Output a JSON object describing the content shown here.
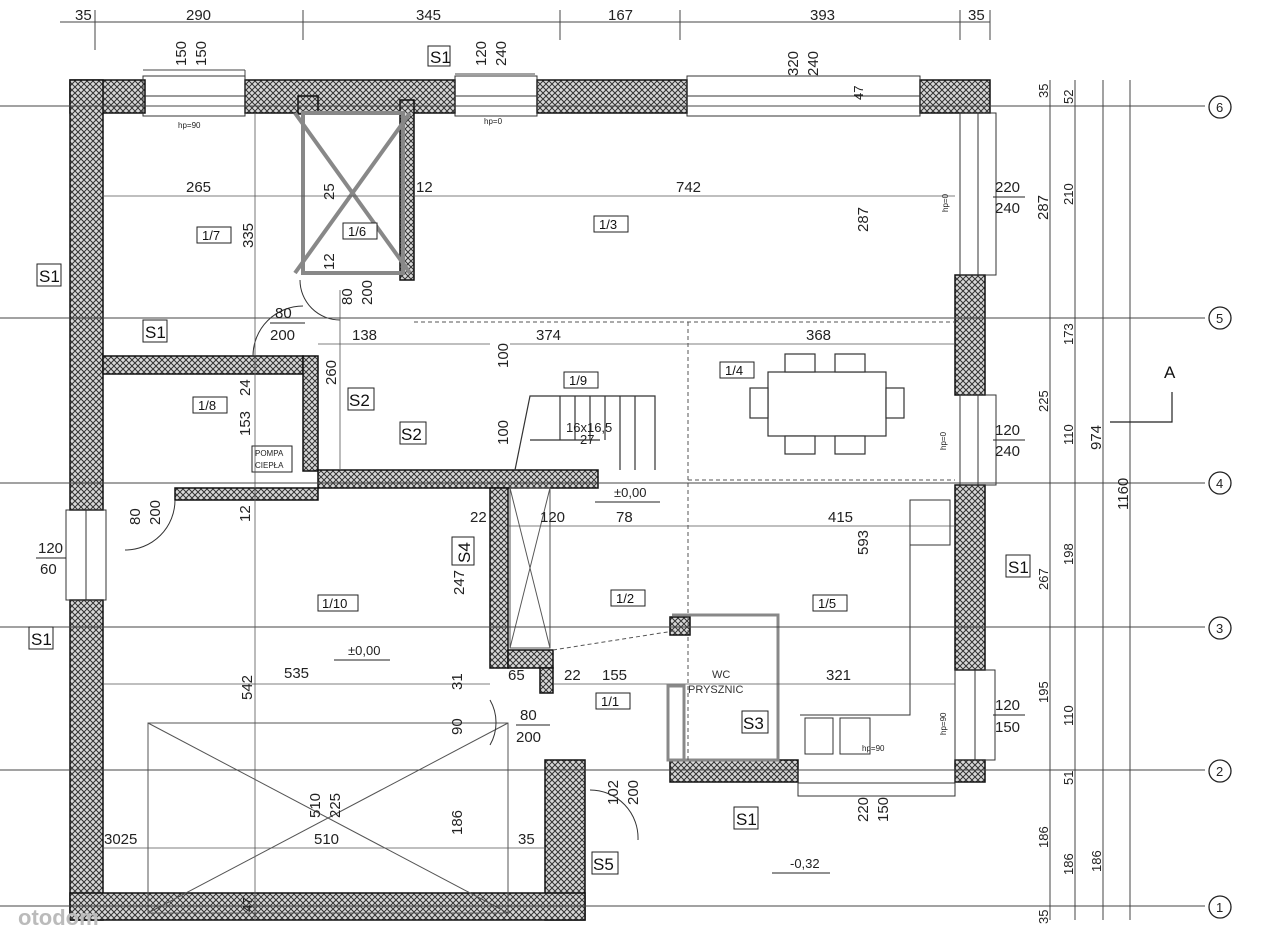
{
  "top_dims": [
    "35",
    "290",
    "345",
    "167",
    "393",
    "35"
  ],
  "window_dims": [
    {
      "a": "150",
      "b": "150"
    },
    {
      "a": "120",
      "b": "240"
    },
    {
      "a": "320",
      "b": "240"
    }
  ],
  "right_dims_inner": [
    "35",
    "52",
    "287",
    "173",
    "225",
    "198",
    "267",
    "195",
    "51",
    "186",
    "35"
  ],
  "right_dims_mid": [
    "210",
    "110",
    "110",
    "186"
  ],
  "right_dims_total": [
    "974",
    "1160"
  ],
  "axes": [
    "6",
    "5",
    "4",
    "3",
    "2",
    "1"
  ],
  "section_marker": "A",
  "rooms": [
    "1/7",
    "1/6",
    "1/3",
    "1/9",
    "1/4",
    "1/8",
    "1/10",
    "1/2",
    "1/5",
    "1/1"
  ],
  "wall_tags": [
    "S1",
    "S1",
    "S1",
    "S1",
    "S1",
    "S1",
    "S2",
    "S2",
    "S4",
    "S3",
    "S5"
  ],
  "internal_dims": {
    "d265": "265",
    "d742": "742",
    "d335": "335",
    "d287": "287",
    "d25": "25",
    "d12": "12",
    "d12b": "12",
    "d80": "80",
    "d200": "200",
    "d138": "138",
    "d374": "374",
    "d368": "368",
    "d100": "100",
    "d100b": "100",
    "d260": "260",
    "d24": "24",
    "d153": "153",
    "d22": "22",
    "d120": "120",
    "d78": "78",
    "d415": "415",
    "d593": "593",
    "d247": "247",
    "d535": "535",
    "d31": "31",
    "d65": "65",
    "d22b": "22",
    "d155": "155",
    "d321": "321",
    "d542": "542",
    "d90": "90",
    "d186": "186",
    "d510": "510",
    "d3025": "3025",
    "d35": "35",
    "d47": "47",
    "d47b": "47",
    "d220": "220",
    "d150": "150",
    "d12c": "12"
  },
  "openings": [
    {
      "a": "80",
      "b": "200"
    },
    {
      "a": "80",
      "b": "200"
    },
    {
      "a": "80",
      "b": "200"
    },
    {
      "a": "120",
      "b": "60"
    },
    {
      "a": "120",
      "b": "240"
    },
    {
      "a": "120",
      "b": "150"
    },
    {
      "a": "102",
      "b": "200"
    },
    {
      "a": "510",
      "b": "225"
    },
    {
      "a": "220",
      "b": "240"
    },
    {
      "a": "220",
      "b": "150"
    }
  ],
  "levels": [
    "±0,00",
    "±0,00",
    "-0,32"
  ],
  "stairs_label": "16x16,5",
  "stairs_num": "27",
  "pump_label_1": "POMPA",
  "pump_label_2": "CIEPŁA",
  "wc_label_1": "WC",
  "wc_label_2": "PRYSZNIC",
  "hp_labels": [
    "hp=90",
    "hp=0",
    "hp=0",
    "hp=0",
    "hp=90",
    "hp=90"
  ],
  "watermark": "otodom"
}
